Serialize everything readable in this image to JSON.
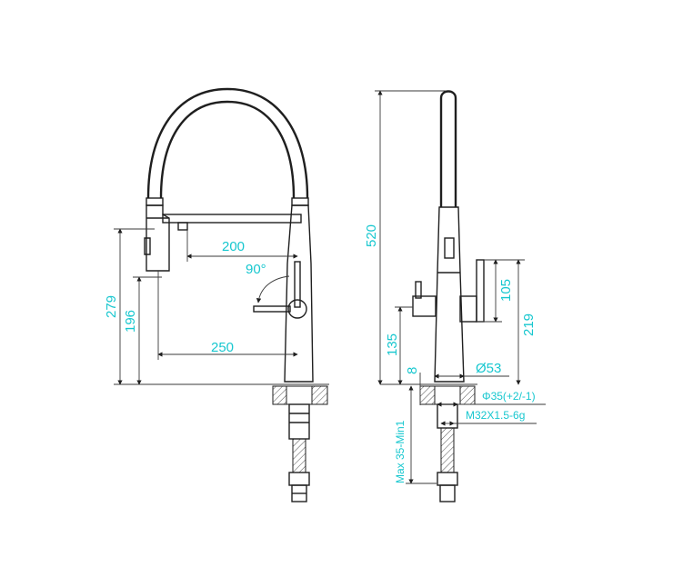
{
  "dimensions": {
    "d200": "200",
    "d90deg": "90°",
    "d279": "279",
    "d196": "196",
    "d250": "250",
    "d520": "520",
    "d105": "105",
    "d219": "219",
    "d135": "135",
    "d8": "8",
    "d53": "Ø53",
    "d35": "Φ35(+2/-1)",
    "thread": "M32X1.5-6g",
    "maxmin": "Max 35-Min1"
  },
  "colors": {
    "dimension_text": "#17c7cf",
    "lines": "#1f1f1f"
  }
}
